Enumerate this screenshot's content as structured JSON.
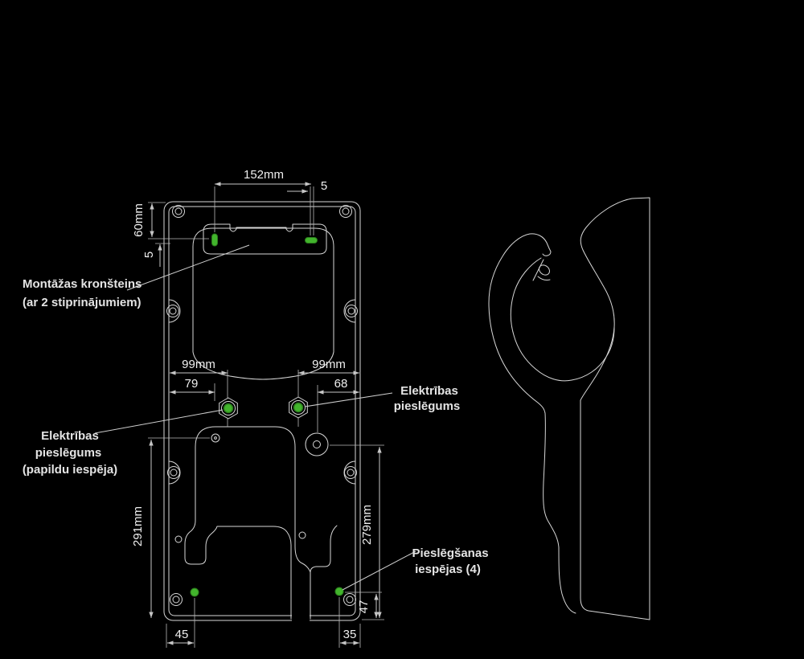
{
  "colors": {
    "background": "#000000",
    "line": "#d7d7d7",
    "dimension_line": "#c6c6c6",
    "text": "#efefef",
    "green_marker": "#42b42c",
    "green_marker_dark": "#2b7d1d"
  },
  "front_view": {
    "dimensions": {
      "slot_spacing": "152mm",
      "slot_offset_top": "5",
      "top_to_slot": "60mm",
      "slot_offset_left": "5",
      "left_width": "99mm",
      "right_width": "99mm",
      "left_inset": "79",
      "right_inset": "68",
      "left_height": "291mm",
      "right_height": "279mm",
      "bottom_left": "45",
      "bottom_right": "35",
      "bottom_corner_height": "47"
    },
    "labels": {
      "bracket": [
        "Montāžas kronšteins",
        "(ar 2 stiprinājumiem)"
      ],
      "electrical_right": [
        "Elektrības",
        "pieslēgums"
      ],
      "electrical_left": [
        "Elektrības",
        "pieslēgums",
        "(papildu iespēja)"
      ],
      "connection_points": [
        "Pieslēgšanas",
        "iespējas (4)"
      ]
    }
  }
}
